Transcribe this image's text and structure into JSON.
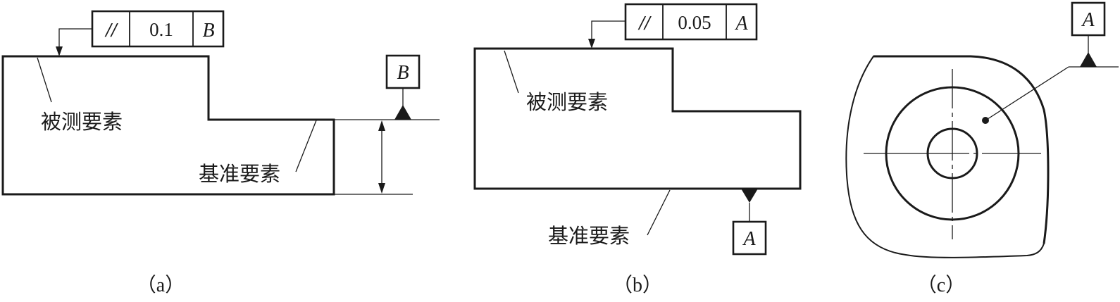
{
  "panels": [
    {
      "caption": "（a）",
      "measured_label": "被测要素",
      "datum_label": "基准要素",
      "frame": {
        "symbol": "//",
        "tolerance": "0.1",
        "datum": "B"
      },
      "datum_letter": "B"
    },
    {
      "caption": "（b）",
      "measured_label": "被测要素",
      "datum_label": "基准要素",
      "frame": {
        "symbol": "//",
        "tolerance": "0.05",
        "datum": "A"
      },
      "datum_letter": "A"
    },
    {
      "caption": "（c）",
      "datum_letter": "A"
    }
  ]
}
